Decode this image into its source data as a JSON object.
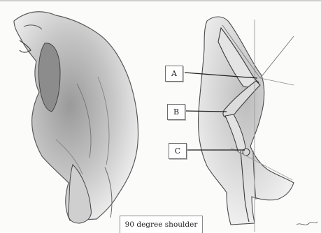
{
  "labels": {
    "a": "A",
    "b": "B",
    "c": "C"
  },
  "caption": "90 degree shoulder",
  "colors": {
    "ink": "#3a3a3a",
    "shade": "#8d8d8d",
    "paper": "#fbfbfa"
  }
}
